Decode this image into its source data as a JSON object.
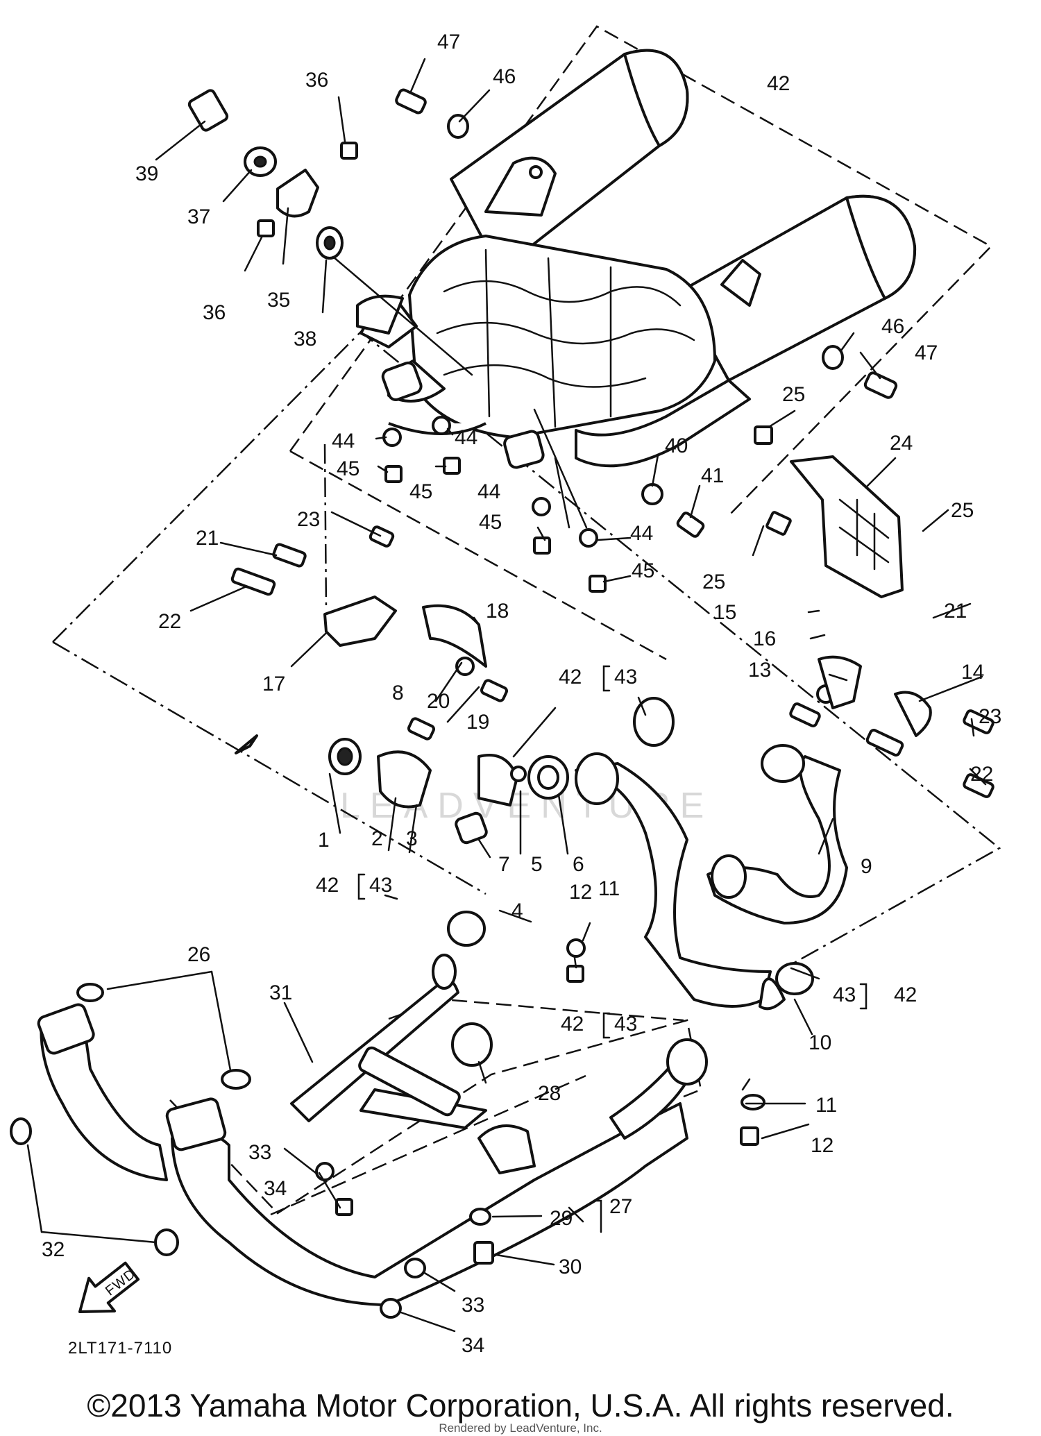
{
  "drawing_code": "2LT171-7110",
  "copyright": "©2013 Yamaha Motor Corporation, U.S.A. All rights reserved.",
  "rendered_by": "Rendered by LeadVenture, Inc.",
  "watermark": "LEADVENTURE",
  "callouts": [
    {
      "id": "c47a",
      "text": "47"
    },
    {
      "id": "c46a",
      "text": "46"
    },
    {
      "id": "c42top",
      "text": "42"
    },
    {
      "id": "c36a",
      "text": "36"
    },
    {
      "id": "c39",
      "text": "39"
    },
    {
      "id": "c37",
      "text": "37"
    },
    {
      "id": "c36b",
      "text": "36"
    },
    {
      "id": "c35",
      "text": "35"
    },
    {
      "id": "c38",
      "text": "38"
    },
    {
      "id": "c46b",
      "text": "46"
    },
    {
      "id": "c47b",
      "text": "47"
    },
    {
      "id": "c25a",
      "text": "25"
    },
    {
      "id": "c24",
      "text": "24"
    },
    {
      "id": "c44a",
      "text": "44"
    },
    {
      "id": "c44b",
      "text": "44"
    },
    {
      "id": "c45a",
      "text": "45"
    },
    {
      "id": "c45b",
      "text": "45"
    },
    {
      "id": "c40",
      "text": "40"
    },
    {
      "id": "c41",
      "text": "41"
    },
    {
      "id": "c25b",
      "text": "25"
    },
    {
      "id": "c44c",
      "text": "44"
    },
    {
      "id": "c44d",
      "text": "44"
    },
    {
      "id": "c45c",
      "text": "45"
    },
    {
      "id": "c45d",
      "text": "45"
    },
    {
      "id": "c25c",
      "text": "25"
    },
    {
      "id": "c23a",
      "text": "23"
    },
    {
      "id": "c21a",
      "text": "21"
    },
    {
      "id": "c22a",
      "text": "22"
    },
    {
      "id": "c18",
      "text": "18"
    },
    {
      "id": "c17",
      "text": "17"
    },
    {
      "id": "c15",
      "text": "15"
    },
    {
      "id": "c16",
      "text": "16"
    },
    {
      "id": "c21b",
      "text": "21"
    },
    {
      "id": "c13",
      "text": "13"
    },
    {
      "id": "c14",
      "text": "14"
    },
    {
      "id": "c8",
      "text": "8"
    },
    {
      "id": "c20",
      "text": "20"
    },
    {
      "id": "c19",
      "text": "19"
    },
    {
      "id": "c42a",
      "text": "42"
    },
    {
      "id": "c43a",
      "text": "43"
    },
    {
      "id": "c23b",
      "text": "23"
    },
    {
      "id": "c22b",
      "text": "22"
    },
    {
      "id": "c1",
      "text": "1"
    },
    {
      "id": "c2",
      "text": "2"
    },
    {
      "id": "c3",
      "text": "3"
    },
    {
      "id": "c7",
      "text": "7"
    },
    {
      "id": "c5",
      "text": "5"
    },
    {
      "id": "c6",
      "text": "6"
    },
    {
      "id": "c9",
      "text": "9"
    },
    {
      "id": "c42b",
      "text": "42"
    },
    {
      "id": "c43b",
      "text": "43"
    },
    {
      "id": "c4",
      "text": "4"
    },
    {
      "id": "c12a",
      "text": "12"
    },
    {
      "id": "c11a",
      "text": "11"
    },
    {
      "id": "c26",
      "text": "26"
    },
    {
      "id": "c31",
      "text": "31"
    },
    {
      "id": "c43c",
      "text": "43"
    },
    {
      "id": "c42c",
      "text": "42"
    },
    {
      "id": "c42d",
      "text": "42"
    },
    {
      "id": "c43d",
      "text": "43"
    },
    {
      "id": "c10",
      "text": "10"
    },
    {
      "id": "c28",
      "text": "28"
    },
    {
      "id": "c11b",
      "text": "11"
    },
    {
      "id": "c33a",
      "text": "33"
    },
    {
      "id": "c12b",
      "text": "12"
    },
    {
      "id": "c34a",
      "text": "34"
    },
    {
      "id": "c29",
      "text": "29"
    },
    {
      "id": "c27",
      "text": "27"
    },
    {
      "id": "c32",
      "text": "32"
    },
    {
      "id": "c30",
      "text": "30"
    },
    {
      "id": "c33b",
      "text": "33"
    },
    {
      "id": "c34b",
      "text": "34"
    }
  ],
  "fwd_label": "FWD"
}
